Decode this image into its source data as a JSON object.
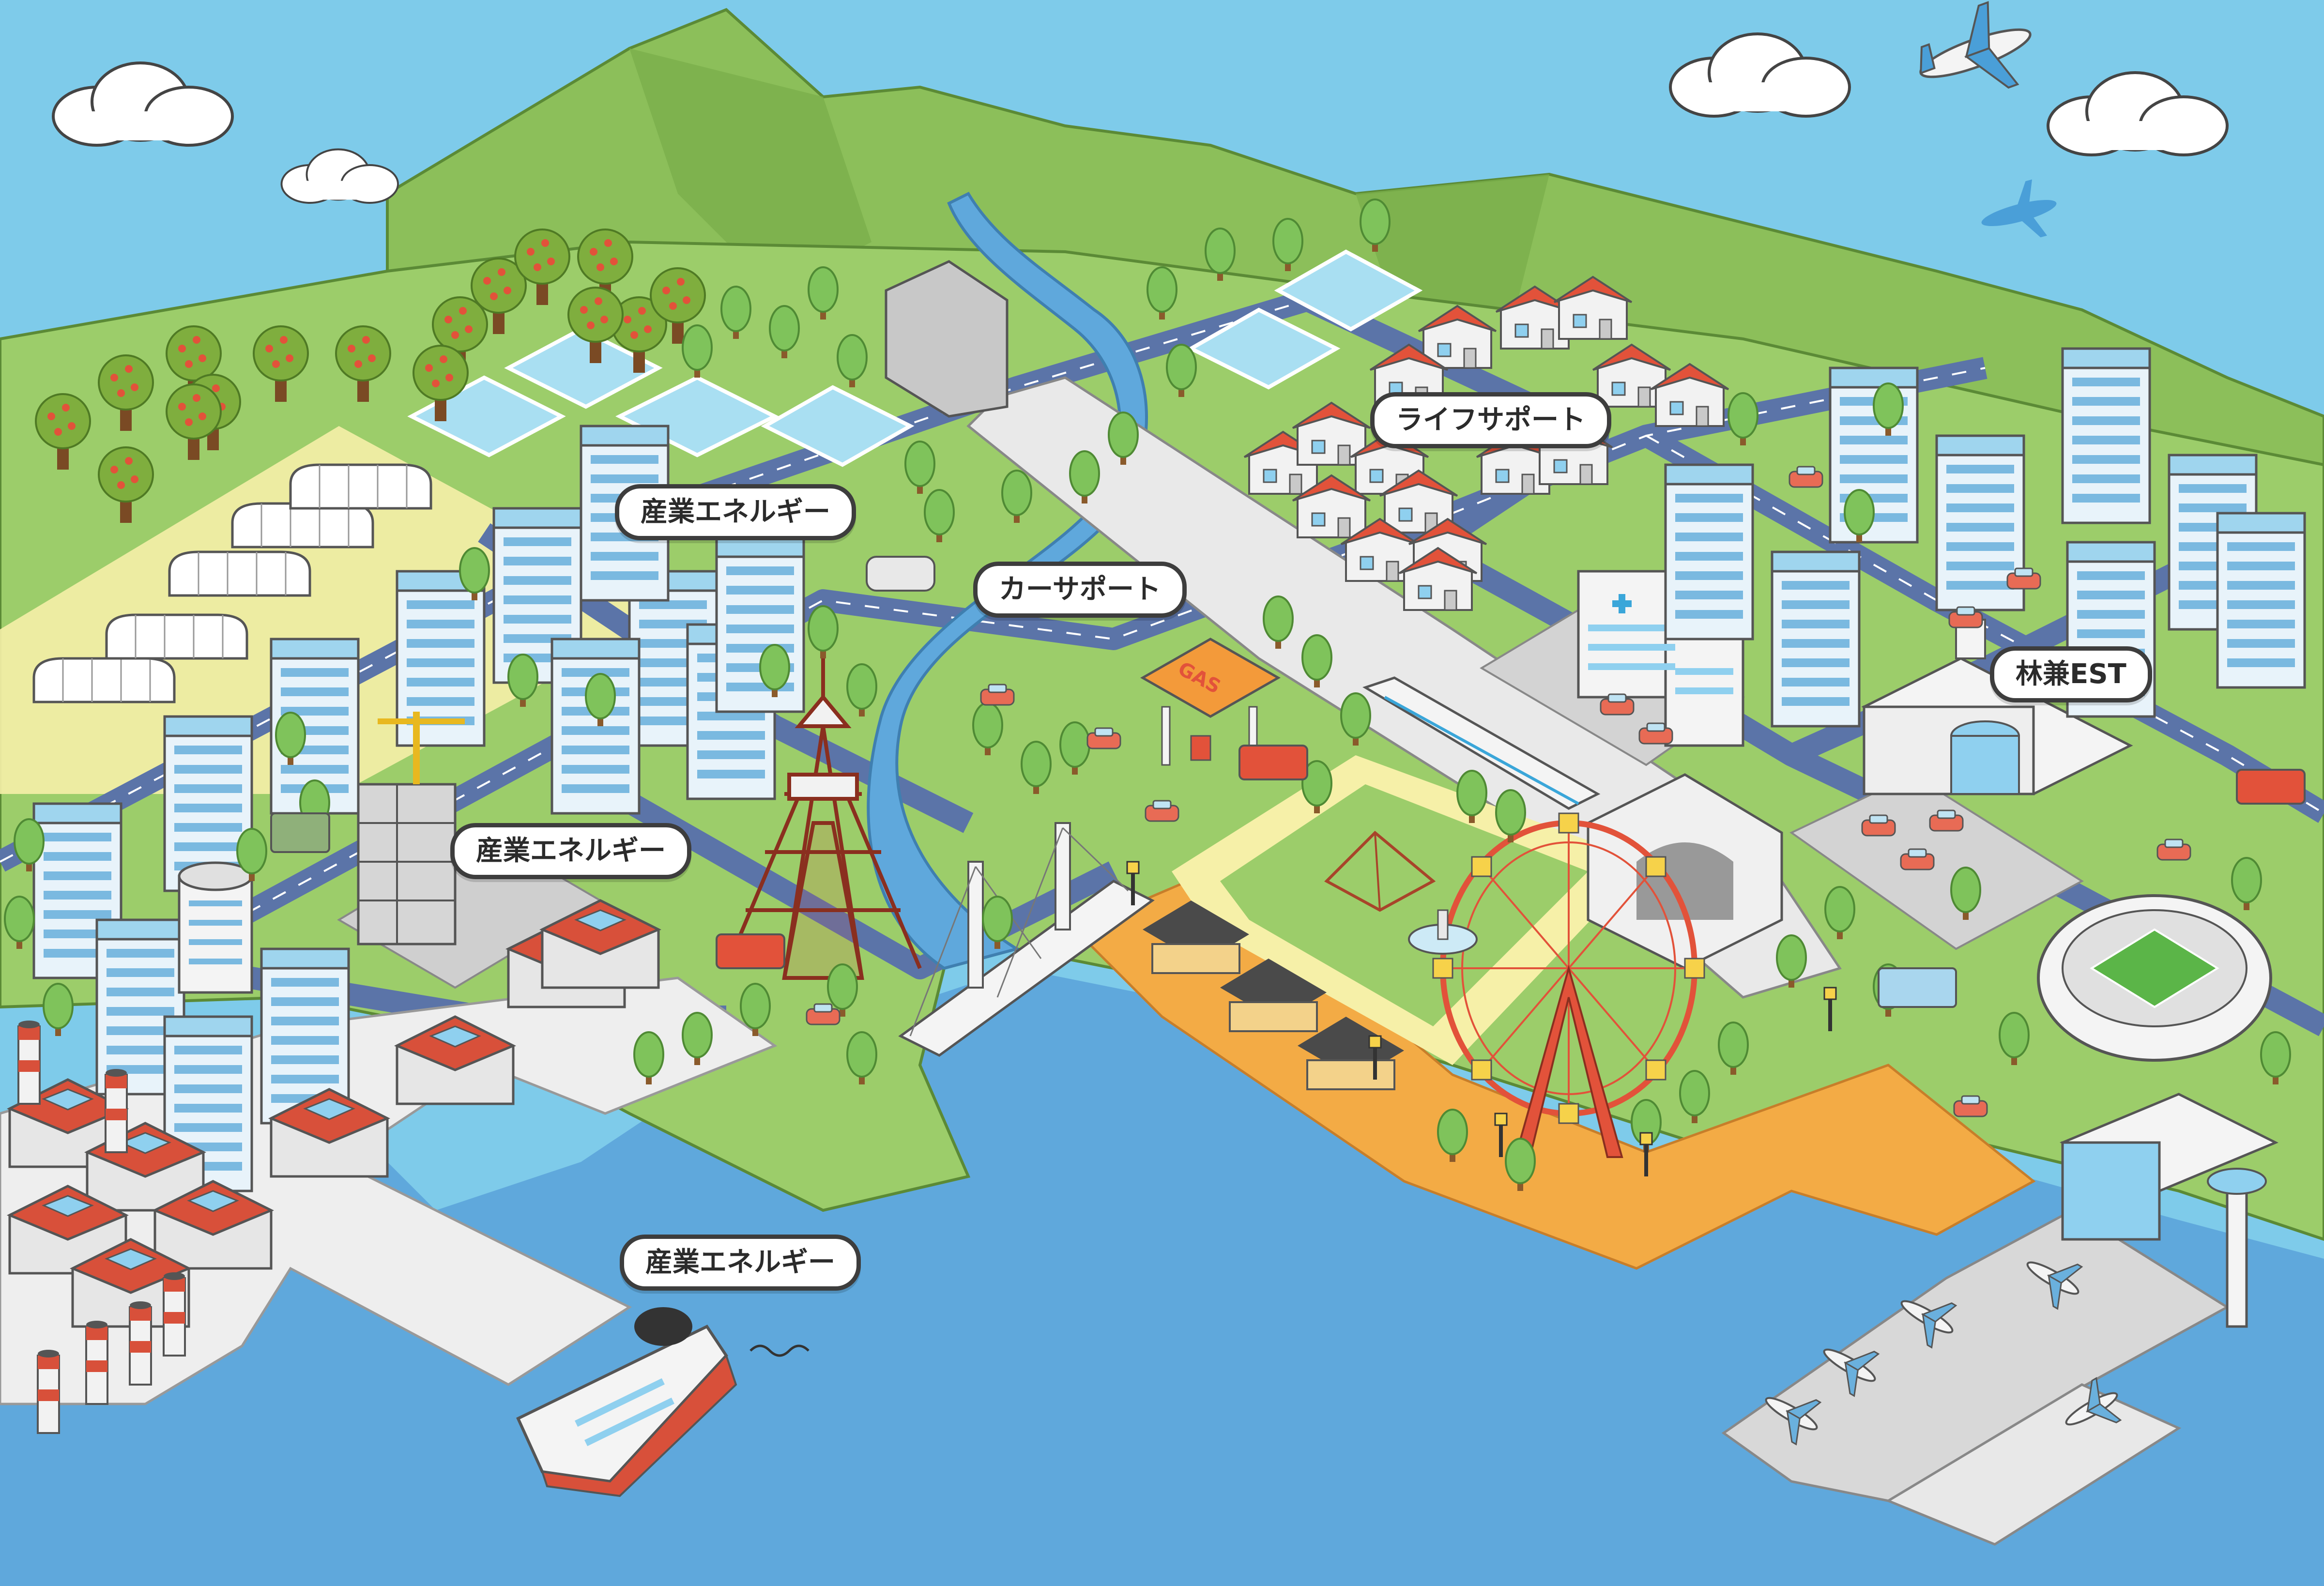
{
  "labels": {
    "life_support": "ライフサポート",
    "industry_energy_1": "産業エネルギー",
    "car_support": "カーサポート",
    "industry_energy_2": "産業エネルギー",
    "rinken_est": "林兼EST",
    "industry_energy_3": "産業エネルギー"
  },
  "signage": {
    "gas_station": "GAS"
  },
  "colors": {
    "sea": "#5fa8dc",
    "sky_water": "#7ecbea",
    "land": "#9ccd6a",
    "mountain": "#8cbf5a",
    "road": "#5b74a8",
    "boardwalk": "#f3ab45",
    "lot": "#d3d3d3"
  }
}
